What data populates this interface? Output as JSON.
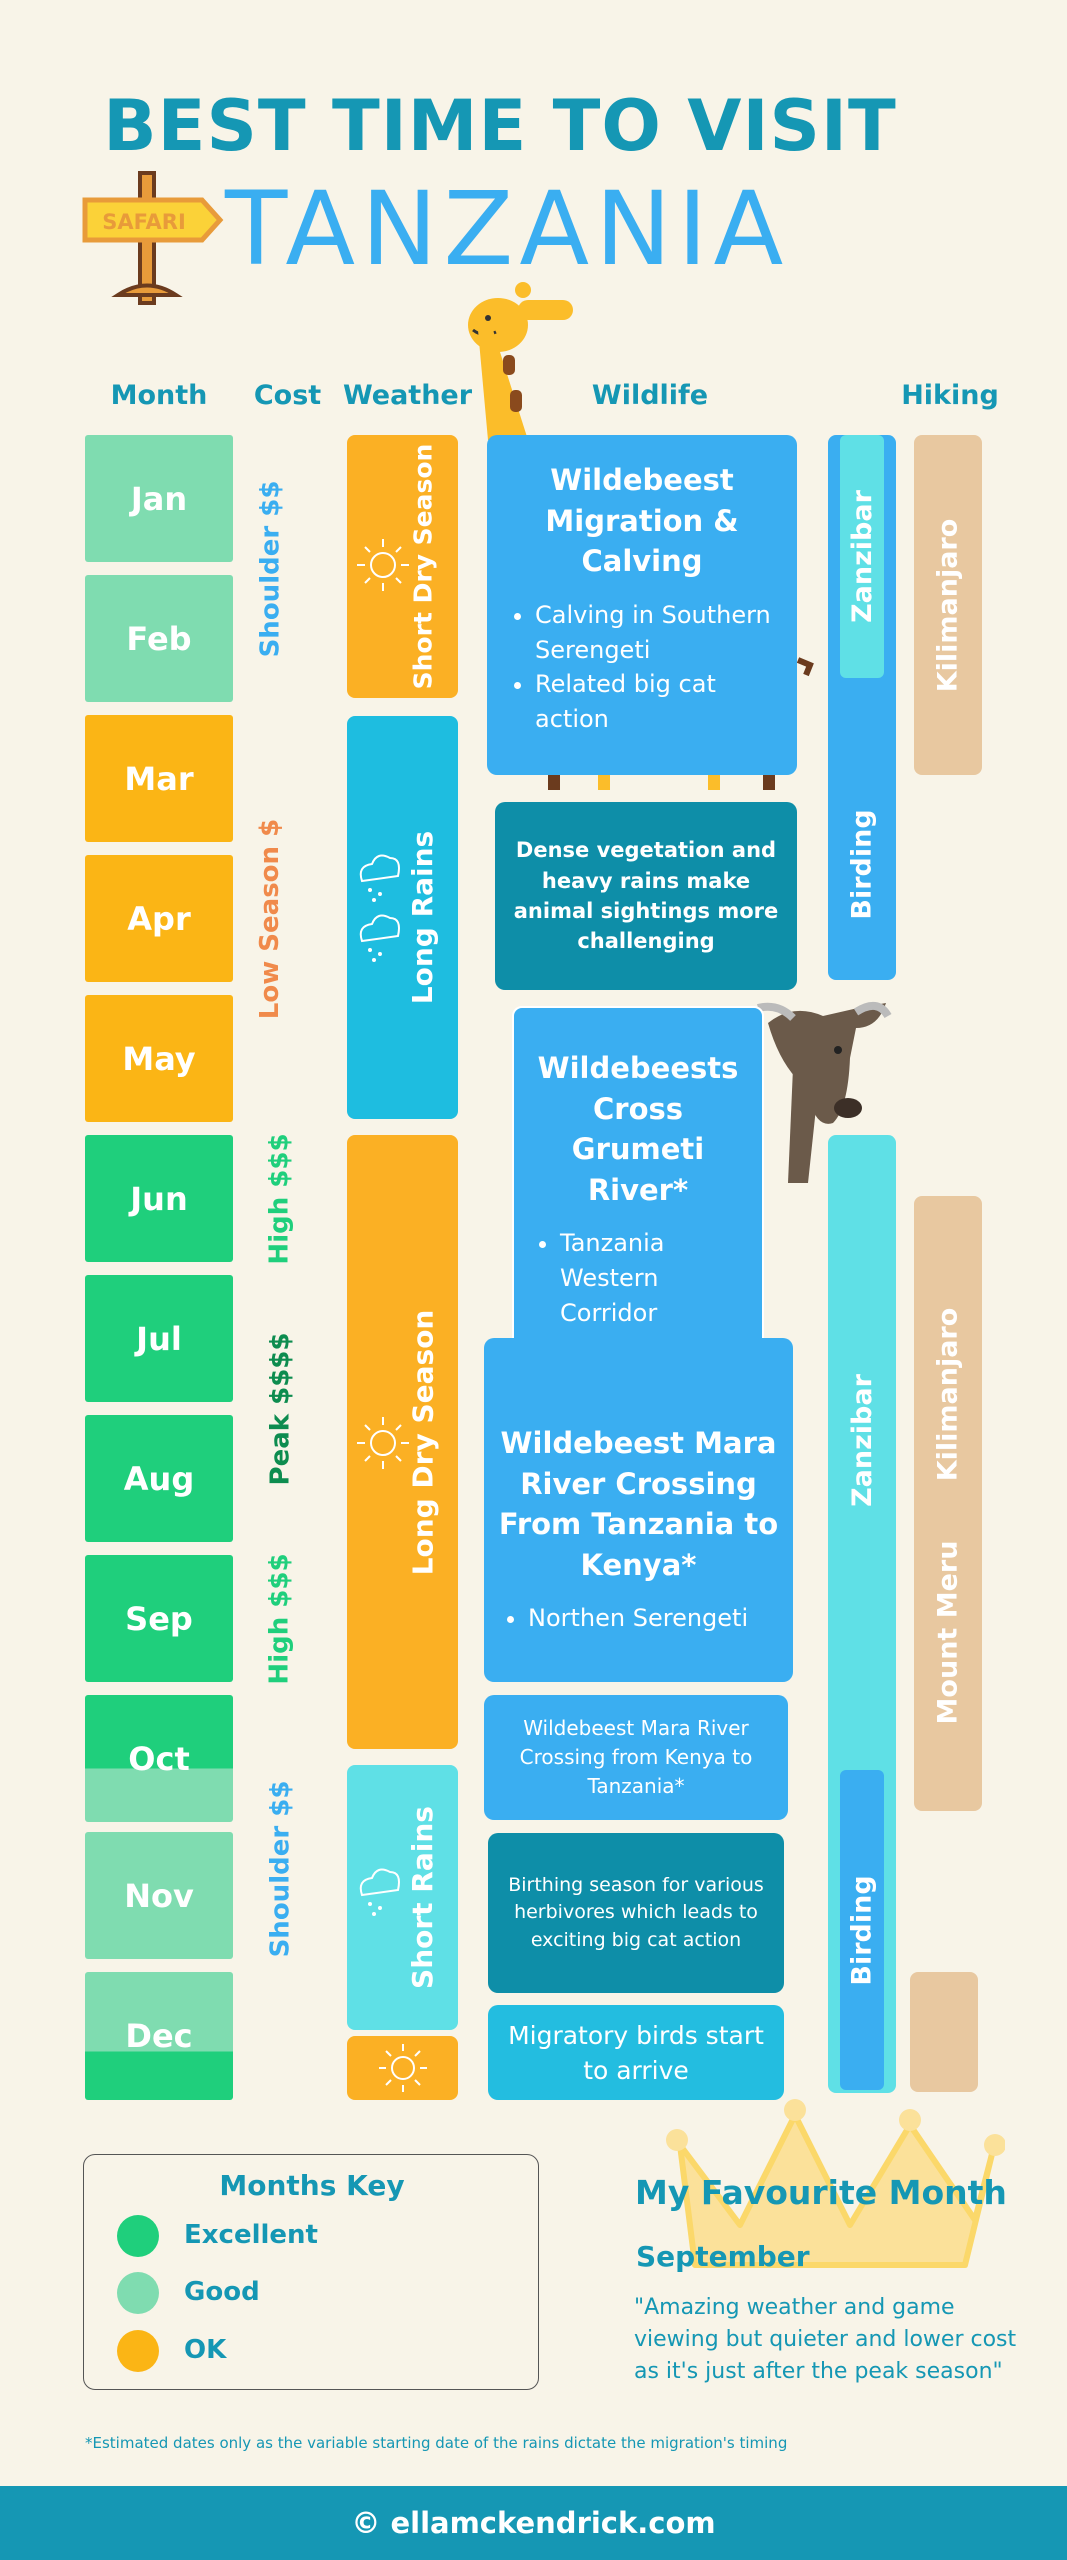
{
  "header": {
    "line1": "BEST TIME TO VISIT",
    "line2": "TANZANIA",
    "sign": "SAFARI"
  },
  "columns": {
    "month": "Month",
    "cost": "Cost",
    "weather": "Weather",
    "wildlife": "Wildlife",
    "hiking": "Hiking"
  },
  "months": [
    {
      "label": "Jan",
      "rating": "Good"
    },
    {
      "label": "Feb",
      "rating": "Good"
    },
    {
      "label": "Mar",
      "rating": "OK"
    },
    {
      "label": "Apr",
      "rating": "OK"
    },
    {
      "label": "May",
      "rating": "OK"
    },
    {
      "label": "Jun",
      "rating": "Excellent"
    },
    {
      "label": "Jul",
      "rating": "Excellent"
    },
    {
      "label": "Aug",
      "rating": "Excellent"
    },
    {
      "label": "Sep",
      "rating": "Excellent"
    },
    {
      "label": "Oct",
      "rating": "Excellent / Good"
    },
    {
      "label": "Nov",
      "rating": "Good"
    },
    {
      "label": "Dec",
      "rating": "Good / Excellent"
    }
  ],
  "cost": [
    {
      "label": "Shoulder $$",
      "color": "#3aaef1"
    },
    {
      "label": "Low Season $",
      "color": "#f08a4b"
    },
    {
      "label": "High $$$",
      "color": "#1fcf7c"
    },
    {
      "label": "Peak $$$$",
      "color": "#0d8c4f"
    },
    {
      "label": "High $$$",
      "color": "#1fcf7c"
    },
    {
      "label": "Shoulder $$",
      "color": "#3aaef1"
    }
  ],
  "weather": [
    {
      "label": "Short Dry Season",
      "icon": "sun-icon"
    },
    {
      "label": "Long Rains",
      "icon": "rain-cloud-icon"
    },
    {
      "label": "Long Dry Season",
      "icon": "sun-icon"
    },
    {
      "label": "Short Rains",
      "icon": "rain-cloud-icon"
    },
    {
      "label": "",
      "icon": "sun-icon"
    }
  ],
  "wildlife": [
    {
      "title": "Wildebeest Migration & Calving",
      "bullets": [
        "Calving in Southern Serengeti",
        "Related big cat action"
      ]
    },
    {
      "text": "Dense vegetation and heavy rains make animal sightings more challenging"
    },
    {
      "title": "Wildebeests Cross Grumeti River*",
      "bullets": [
        "Tanzania Western Corridor"
      ]
    },
    {
      "title": "Wildebeest Mara River Crossing From Tanzania to Kenya*",
      "bullets": [
        "Northen Serengeti"
      ]
    },
    {
      "text": "Wildebeest Mara River Crossing from Kenya to Tanzania*"
    },
    {
      "text": "Birthing season for various herbivores which leads to exciting big cat action"
    },
    {
      "text": "Migratory birds start to arrive"
    }
  ],
  "activities": {
    "zanzibar1": "Zanzibar",
    "birding1": "Birding",
    "zanzibar2": "Zanzibar",
    "birding2": "Birding"
  },
  "hiking": {
    "kilimanjaro1": "Kilimanjaro",
    "kilimanjaro2": "Kilimanjaro",
    "meru": "Mount Meru"
  },
  "key": {
    "title": "Months Key",
    "items": [
      {
        "label": "Excellent",
        "color": "#1fcf7c"
      },
      {
        "label": "Good",
        "color": "#7fdcb0"
      },
      {
        "label": "OK",
        "color": "#fbb515"
      }
    ]
  },
  "favourite": {
    "title": "My Favourite Month",
    "month": "September",
    "quote": "\"Amazing weather and game viewing but quieter and lower cost as it's just after the peak season\""
  },
  "footnote": "*Estimated dates only as the variable starting date of the rains dictate the migration's timing",
  "footer": "© ellamckendrick.com"
}
